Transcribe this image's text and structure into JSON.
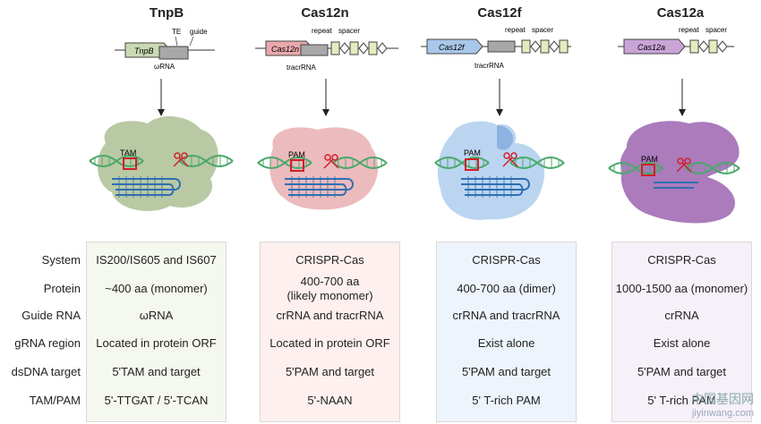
{
  "columns": [
    {
      "title": "TnpB",
      "gene": "TnpB",
      "locus_labels": [
        "TE",
        "guide",
        "ωRNA"
      ],
      "complex_label": "TAM",
      "system": "IS200/IS605 and IS607",
      "protein": "~400 aa (monomer)",
      "guide_rna": "ωRNA",
      "grna_region": "Located in protein ORF",
      "dsdna_target": "5'TAM and target",
      "tam_pam": "5'-TTGAT / 5'-TCAN"
    },
    {
      "title": "Cas12n",
      "gene": "Cas12n",
      "locus_labels": [
        "repeat",
        "spacer",
        "tracrRNA"
      ],
      "complex_label": "PAM",
      "system": "CRISPR-Cas",
      "protein": "400-700 aa",
      "protein_line2": "(likely monomer)",
      "guide_rna": "crRNA and tracrRNA",
      "grna_region": "Located in protein ORF",
      "dsdna_target": "5'PAM and target",
      "tam_pam": "5'-NAAN"
    },
    {
      "title": "Cas12f",
      "gene": "Cas12f",
      "locus_labels": [
        "repeat",
        "spacer",
        "tracrRNA"
      ],
      "complex_label": "PAM",
      "system": "CRISPR-Cas",
      "protein": "400-700 aa (dimer)",
      "guide_rna": "crRNA and tracrRNA",
      "grna_region": "Exist alone",
      "dsdna_target": "5'PAM and target",
      "tam_pam": "5' T-rich PAM"
    },
    {
      "title": "Cas12a",
      "gene": "Cas12a",
      "locus_labels": [
        "repeat",
        "spacer"
      ],
      "complex_label": "PAM",
      "system": "CRISPR-Cas",
      "protein": "1000-1500 aa (monomer)",
      "guide_rna": "crRNA",
      "grna_region": "Exist alone",
      "dsdna_target": "5'PAM and target",
      "tam_pam": "5' T-rich PAM"
    }
  ],
  "row_labels": {
    "system": "System",
    "protein": "Protein",
    "guide_rna": "Guide RNA",
    "grna_region": "gRNA region",
    "dsdna_target": "dsDNA target",
    "tam_pam": "TAM/PAM"
  },
  "watermark": {
    "line1": "中国基因网",
    "line2": "jiyinwang.com"
  },
  "colors": {
    "tnpb_fill": "#c9d9b4",
    "tnpb_panel": "#f4f8ee",
    "cas12n_fill": "#e9a8ab",
    "cas12n_panel": "#fdf0ef",
    "cas12f_fill": "#a9c7ea",
    "cas12f_panel": "#eef4fb",
    "cas12a_fill": "#a774b8",
    "cas12a_panel": "#f6f0f8",
    "spacer": "#e4ecbf",
    "dna_green": "#4aa86a",
    "rna_blue": "#2f6fb0",
    "cut": "#d0202a"
  }
}
